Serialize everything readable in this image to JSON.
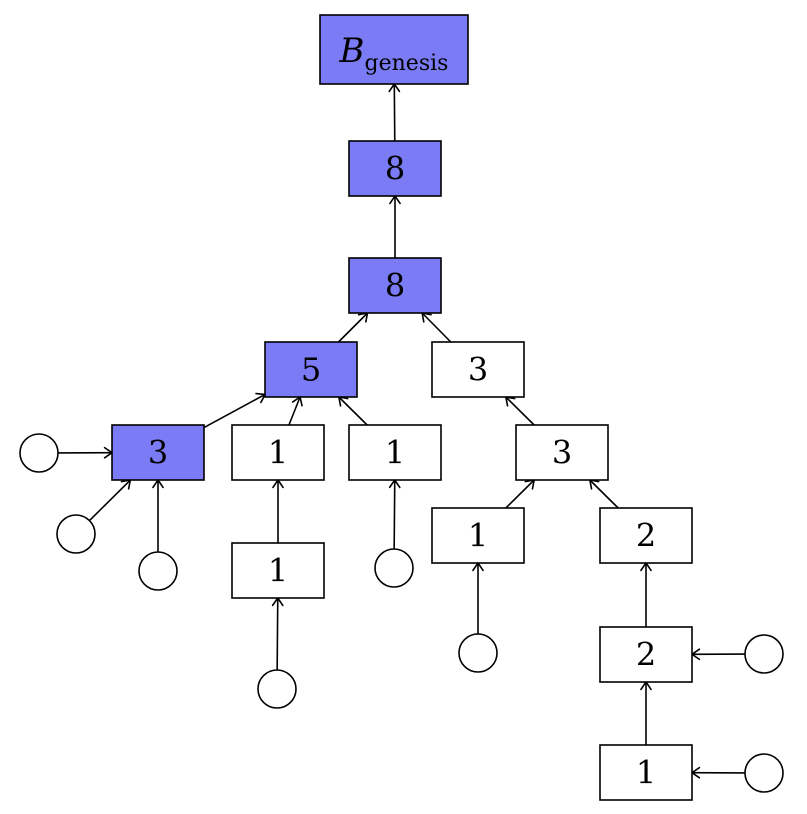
{
  "colors": {
    "highlight_fill": "#7b7bf5",
    "plain_fill": "#ffffff",
    "stroke": "#000000"
  },
  "genesis": {
    "symbol": "B",
    "subscript": "genesis",
    "highlighted": true
  },
  "blocks": [
    {
      "id": "b8a",
      "label": "8",
      "highlighted": true
    },
    {
      "id": "b8b",
      "label": "8",
      "highlighted": true
    },
    {
      "id": "b5",
      "label": "5",
      "highlighted": true
    },
    {
      "id": "b3r",
      "label": "3",
      "highlighted": false
    },
    {
      "id": "b3l",
      "label": "3",
      "highlighted": true
    },
    {
      "id": "b1a",
      "label": "1",
      "highlighted": false
    },
    {
      "id": "b1b",
      "label": "1",
      "highlighted": false
    },
    {
      "id": "b3m",
      "label": "3",
      "highlighted": false
    },
    {
      "id": "b1c",
      "label": "1",
      "highlighted": false
    },
    {
      "id": "b1d",
      "label": "1",
      "highlighted": false
    },
    {
      "id": "b2a",
      "label": "2",
      "highlighted": false
    },
    {
      "id": "b2b",
      "label": "2",
      "highlighted": false
    },
    {
      "id": "b1e",
      "label": "1",
      "highlighted": false
    }
  ],
  "leaves": [
    "c1",
    "c2",
    "c3",
    "c4",
    "c5",
    "c6",
    "c7",
    "c8"
  ],
  "edges": [
    {
      "from": "b8a",
      "to": "genesis"
    },
    {
      "from": "b8b",
      "to": "b8a"
    },
    {
      "from": "b5",
      "to": "b8b"
    },
    {
      "from": "b3r",
      "to": "b8b"
    },
    {
      "from": "b3l",
      "to": "b5"
    },
    {
      "from": "b1a",
      "to": "b5"
    },
    {
      "from": "b1b",
      "to": "b5"
    },
    {
      "from": "c1",
      "to": "b3l"
    },
    {
      "from": "c2",
      "to": "b3l"
    },
    {
      "from": "c3",
      "to": "b3l"
    },
    {
      "from": "b1c",
      "to": "b1a"
    },
    {
      "from": "c4",
      "to": "b1c"
    },
    {
      "from": "c5",
      "to": "b1b"
    },
    {
      "from": "b3m",
      "to": "b3r"
    },
    {
      "from": "b1d",
      "to": "b3m"
    },
    {
      "from": "b2a",
      "to": "b3m"
    },
    {
      "from": "c6",
      "to": "b1d"
    },
    {
      "from": "b2b",
      "to": "b2a"
    },
    {
      "from": "c7",
      "to": "b2b"
    },
    {
      "from": "b1e",
      "to": "b2b"
    },
    {
      "from": "c8",
      "to": "b1e"
    }
  ]
}
